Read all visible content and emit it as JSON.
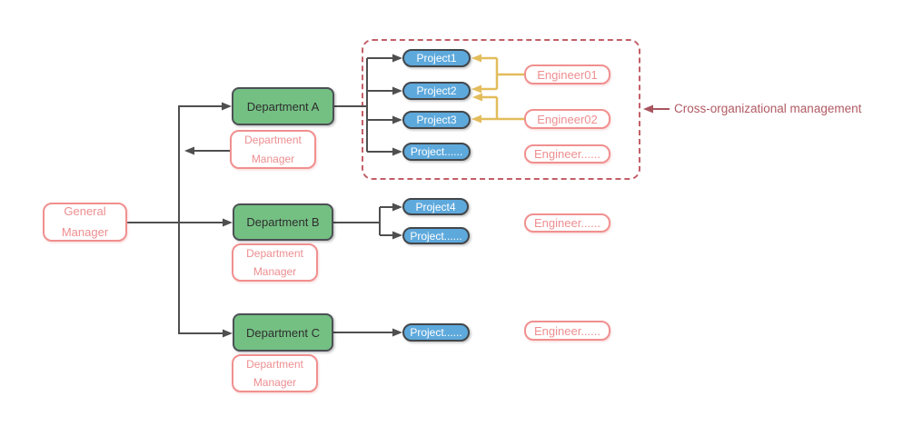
{
  "nodes": {
    "general_manager": "General Manager",
    "departments": [
      {
        "label": "Department A",
        "manager": "Department Manager"
      },
      {
        "label": "Department B",
        "manager": "Department Manager"
      },
      {
        "label": "Department C",
        "manager": "Department Manager"
      }
    ],
    "projects_a": [
      "Project1",
      "Project2",
      "Project3",
      "Project......"
    ],
    "projects_b": [
      "Project4",
      "Project......"
    ],
    "projects_c": [
      "Project......"
    ],
    "engineers_a": [
      "Engineer01",
      "Engineer02",
      "Engineer......"
    ],
    "engineers_b": [
      "Engineer......"
    ],
    "engineers_c": [
      "Engineer......"
    ]
  },
  "annotation": "Cross-organizational management",
  "colors": {
    "department_fill": "#74c083",
    "department_border": "#4b5054",
    "project_fill": "#5ea9dc",
    "project_border": "#42474b",
    "pink_border": "#f0908f",
    "pink_text": "#ee8e90",
    "dashed_region_border": "#c25f68",
    "annotation_text": "#b15a63",
    "connector": "#4f4f4f",
    "cross_link_arrow": "#e3bd5c"
  }
}
